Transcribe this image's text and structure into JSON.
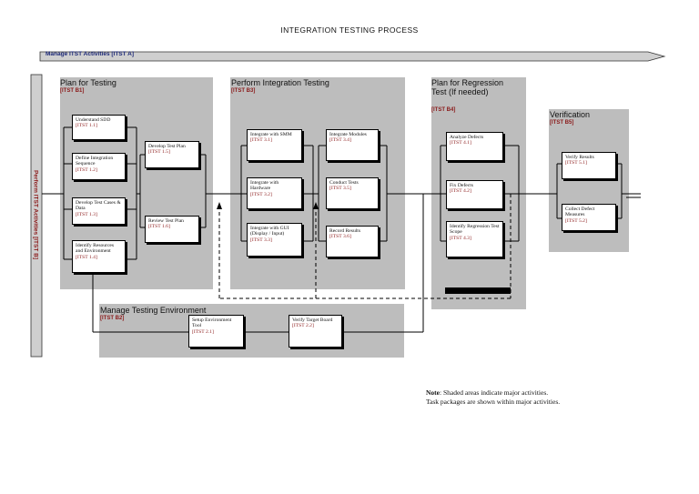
{
  "title": "INTEGRATION TESTING PROCESS",
  "banner": {
    "label": "Manage ITST Activities [ITST A]"
  },
  "side_bar": {
    "label": "Perform ITST Activities [ITST B]"
  },
  "regions": {
    "plan": {
      "title": "Plan for Testing",
      "code": "[ITST B1]"
    },
    "perform": {
      "title": "Perform Integration Testing",
      "code": "[ITST B3]"
    },
    "regression": {
      "title": "Plan for Regression Test (If needed)",
      "code": "[ITST B4]"
    },
    "verification": {
      "title": "Verification",
      "code": "[ITST B5]"
    },
    "environment": {
      "title": "Manage Testing Environment",
      "code": "[ITST B2]"
    }
  },
  "boxes": {
    "b11": {
      "label": "Understand SDD",
      "code": "[ITST 1.1]"
    },
    "b12": {
      "label": "Define Integration Sequence",
      "code": "[ITST 1.2]"
    },
    "b13": {
      "label": "Develop Test Cases & Data",
      "code": "[ITST 1.3]"
    },
    "b14": {
      "label": "Identify Resources and Environment",
      "code": "[ITST 1.4]"
    },
    "b15": {
      "label": "Develop Test Plan",
      "code": "[ITST 1.5]"
    },
    "b16": {
      "label": "Review Test Plan",
      "code": "[ITST 1.6]"
    },
    "b31": {
      "label": "Integrate with SMM",
      "code": "[ITST 3.1]"
    },
    "b32": {
      "label": "Integrate with Hardware",
      "code": "[ITST 3.2]"
    },
    "b33": {
      "label": "Integrate with GUI (Display / Input)",
      "code": "[ITST 3.3]"
    },
    "b34": {
      "label": "Integrate Modules",
      "code": "[ITST 3.4]"
    },
    "b35": {
      "label": "Conduct Tests",
      "code": "[ITST 3.5]"
    },
    "b36": {
      "label": "Record Results",
      "code": "[ITST 3.6]"
    },
    "b41": {
      "label": "Analyze Defects",
      "code": "[ITST 4.1]"
    },
    "b42": {
      "label": "Fix Defects",
      "code": "[ITST 4.2]"
    },
    "b43": {
      "label": "Identify Regression Test Scope",
      "code": "[ITST 4.3]"
    },
    "b51": {
      "label": "Verify Results",
      "code": "[ITST 5.1]"
    },
    "b52": {
      "label": "Collect Defect Measures",
      "code": "[ITST 5.2]"
    },
    "b21": {
      "label": "Setup Environment Tool",
      "code": "[ITST 2.1]"
    },
    "b22": {
      "label": "Verify Target Board",
      "code": "[ITST 2.2]"
    }
  },
  "note": {
    "bold": "Note",
    "line1": ": Shaded areas indicate major activities.",
    "line2": "Task packages are shown within major activities."
  },
  "colors": {
    "region": "#bdbdbd",
    "code": "#8b1a1a",
    "banner": "#1e2a78"
  }
}
